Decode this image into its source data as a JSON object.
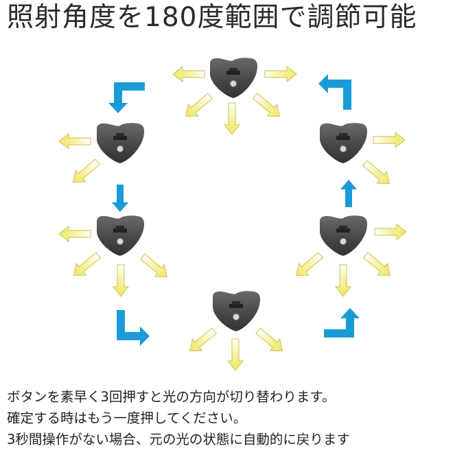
{
  "title": "照射角度を180度範囲で調節可能",
  "notes": [
    "ボタンを素早く3回押すと光の方向が切り替わります。",
    "確定する時はもう一度押してください。",
    "3秒間操作がない場合、元の光の状態に自動的に戻ります"
  ],
  "colors": {
    "light_arrow_fill": "#f4ef8a",
    "light_arrow_edge": "#c8c040",
    "cycle_arrow": "#1a9bd7",
    "lamp_body": "#4a4a4a"
  },
  "icons": {
    "lamp": "lamp-head-icon",
    "light": "light-beam-arrow-icon",
    "cycle": "rotation-direction-arrow-icon"
  }
}
